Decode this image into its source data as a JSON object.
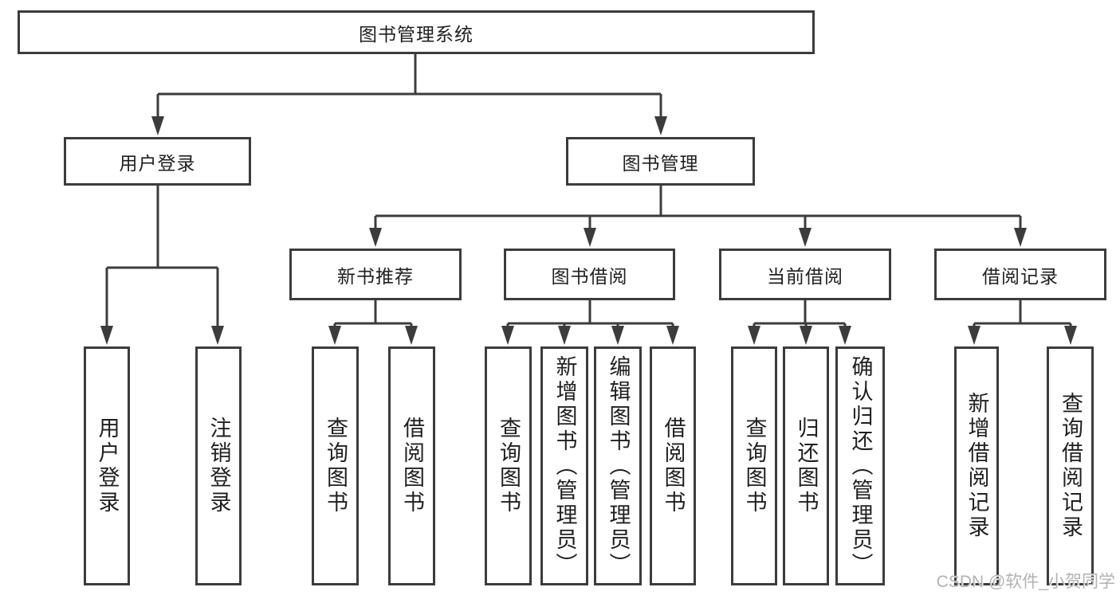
{
  "diagram": {
    "root": {
      "label": "图书管理系统"
    },
    "level2": [
      {
        "label": "用户登录"
      },
      {
        "label": "图书管理"
      }
    ],
    "level3": [
      {
        "label": "新书推荐"
      },
      {
        "label": "图书借阅"
      },
      {
        "label": "当前借阅"
      },
      {
        "label": "借阅记录"
      }
    ],
    "leaves": {
      "user_login": [
        {
          "label": "用户登录"
        },
        {
          "label": "注销登录"
        }
      ],
      "new_book": [
        {
          "label": "查询图书"
        },
        {
          "label": "借阅图书"
        }
      ],
      "book_borrow": [
        {
          "label": "查询图书"
        },
        {
          "label": "新增图书（管理员）"
        },
        {
          "label": "编辑图书（管理员）"
        },
        {
          "label": "借阅图书"
        }
      ],
      "current_borrow": [
        {
          "label": "查询图书"
        },
        {
          "label": "归还图书"
        },
        {
          "label": "确认归还（管理员）"
        }
      ],
      "borrow_record": [
        {
          "label": "新增借阅记录"
        },
        {
          "label": "查询借阅记录"
        }
      ]
    }
  },
  "watermark": {
    "text": "CSDN @软件_小贺同学"
  },
  "colors": {
    "line": "#3c3c3c",
    "text": "#1f1f1f",
    "background": "#ffffff",
    "watermark": "#b2b2b2"
  }
}
